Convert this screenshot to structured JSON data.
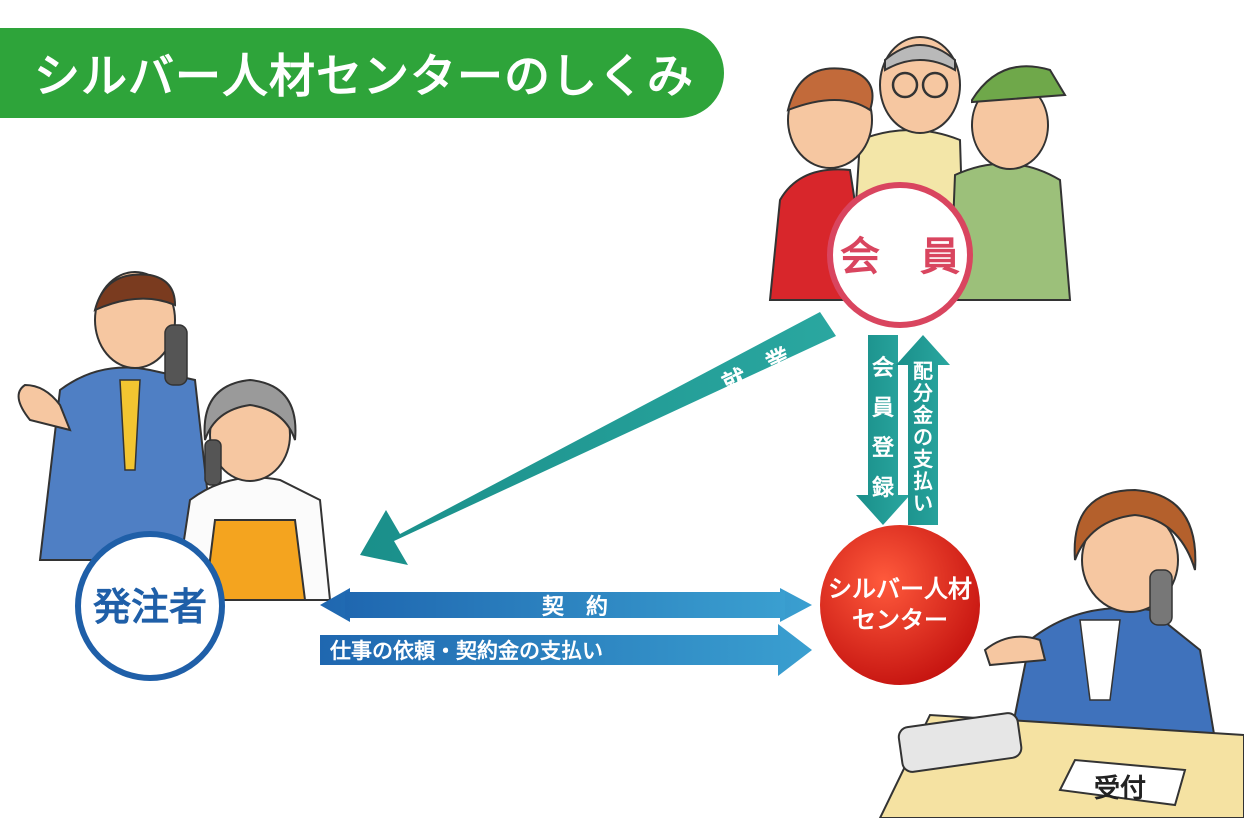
{
  "title": "シルバー人材センターのしくみ",
  "nodes": {
    "member": "会　員",
    "client": "発注者",
    "center_line1": "シルバー人材",
    "center_line2": "センター"
  },
  "arrows": {
    "employment": "就　業",
    "member_registration": "会員登録",
    "distribution_payment": "配分金の支払い",
    "contract": "契　約",
    "request_payment": "仕事の依頼・契約金の支払い"
  },
  "desk_sign": "受付",
  "colors": {
    "title_bg": "#2ea43a",
    "member_ring": "#d9455f",
    "client_ring": "#1f5fa8",
    "center_fill": "#d91e18",
    "arrow_teal": "#1a9690",
    "arrow_blue": "#2f7fc1"
  }
}
